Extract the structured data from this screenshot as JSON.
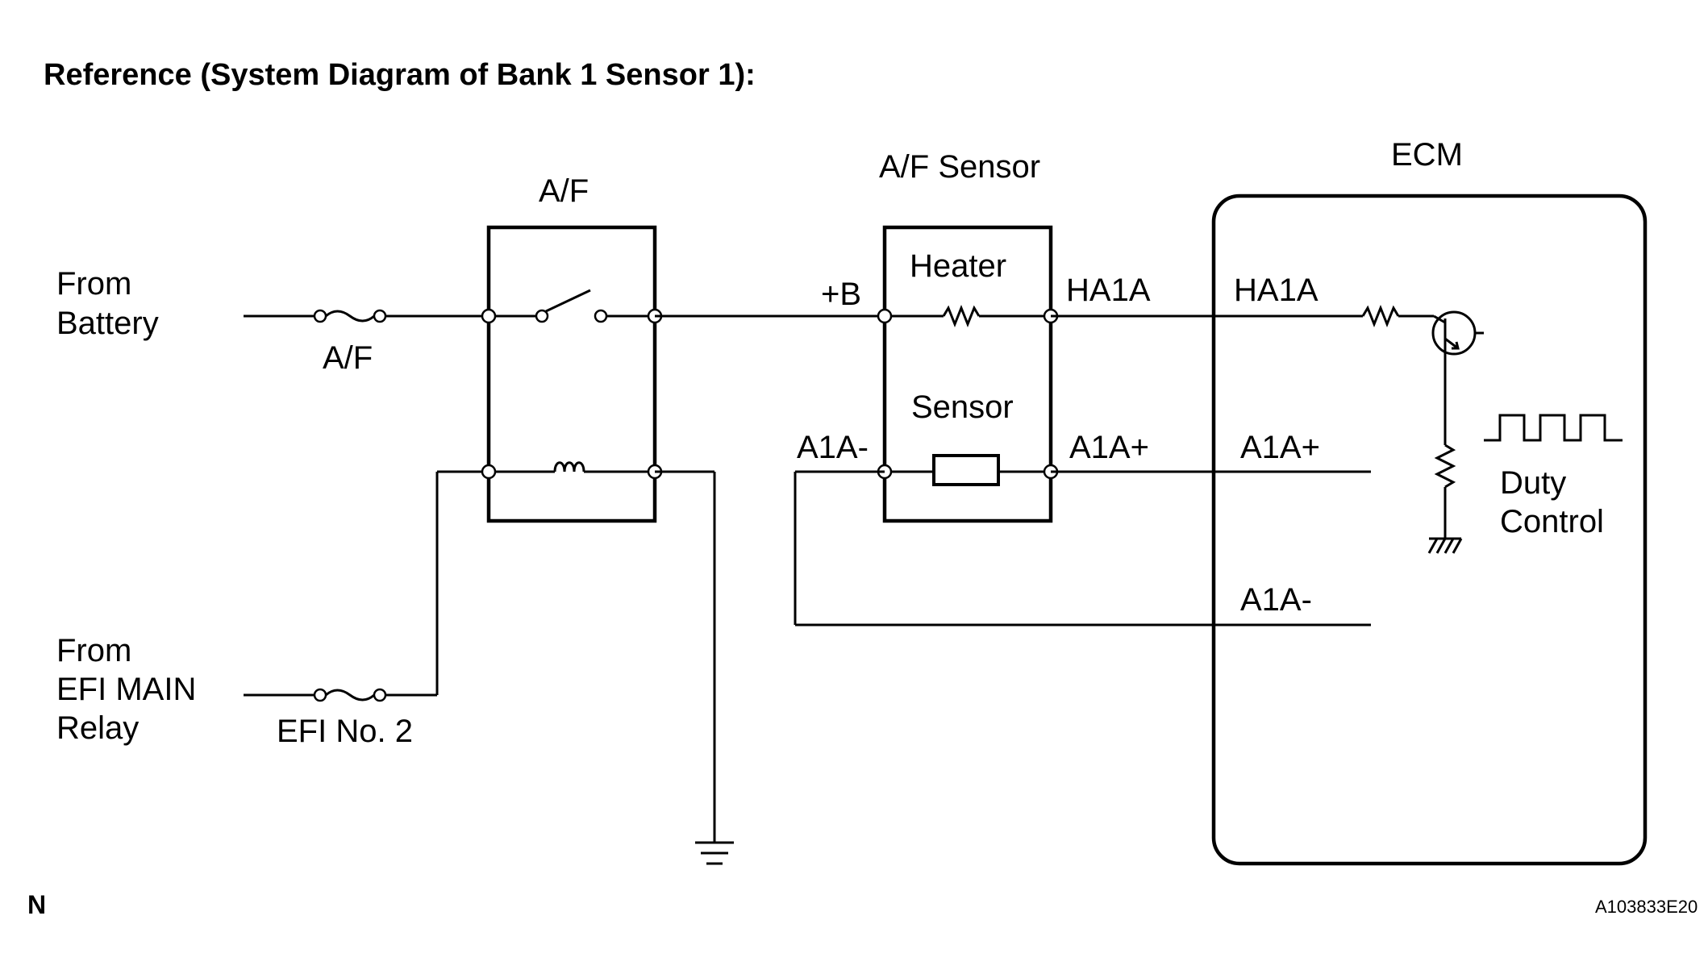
{
  "title": "Reference (System Diagram of Bank 1 Sensor 1):",
  "sources": {
    "battery": [
      "From",
      "Battery"
    ],
    "efi_main": [
      "From",
      "EFI MAIN",
      "Relay"
    ]
  },
  "fuses": {
    "af": "A/F",
    "efi2": "EFI No. 2"
  },
  "relay": {
    "label": "A/F"
  },
  "sensor": {
    "title": "A/F Sensor",
    "heater": "Heater",
    "sensor": "Sensor",
    "plus_b": "+B",
    "ha1a": "HA1A",
    "a1a_minus": "A1A-",
    "a1a_plus": "A1A+"
  },
  "ecm": {
    "title": "ECM",
    "ha1a": "HA1A",
    "a1a_plus": "A1A+",
    "a1a_minus": "A1A-",
    "duty": [
      "Duty",
      "Control"
    ]
  },
  "footer": {
    "tag": "N",
    "code": "A103833E20"
  }
}
